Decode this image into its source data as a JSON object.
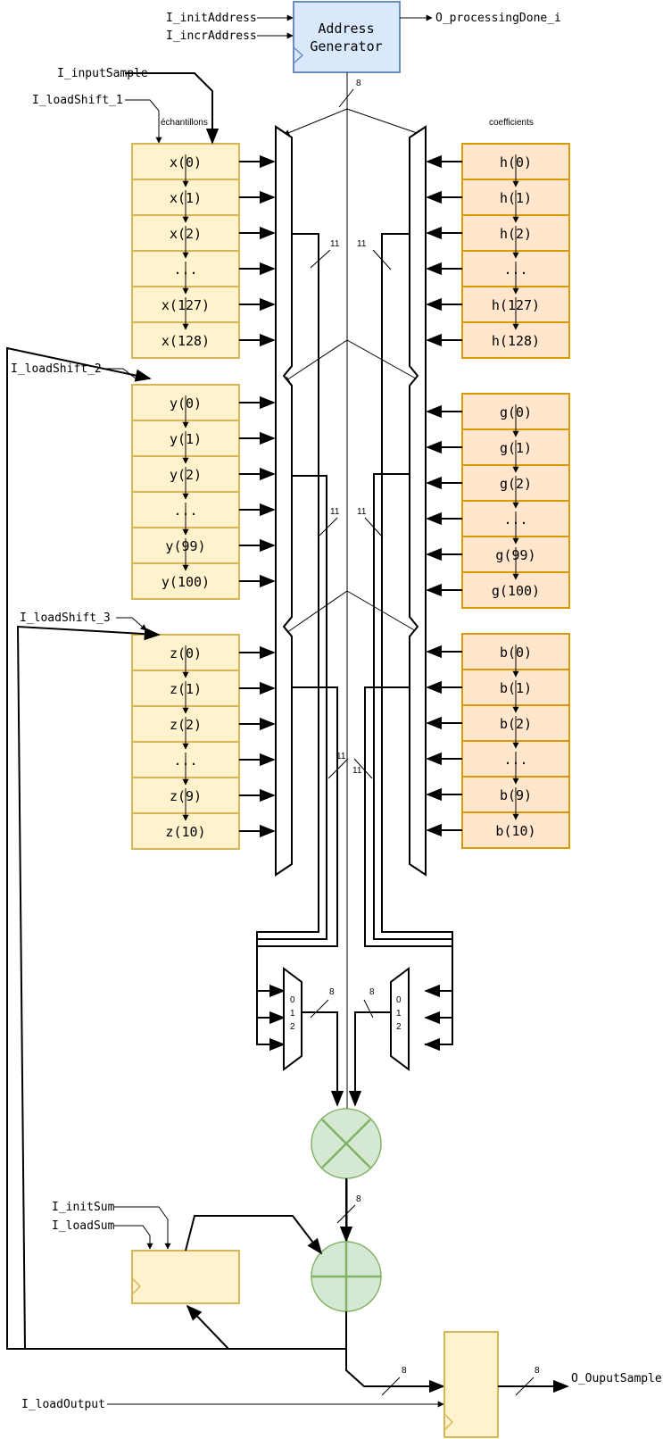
{
  "address_generator": {
    "title_line1": "Address",
    "title_line2": "Generator",
    "inputs": [
      "I_initAddress",
      "I_incrAddress"
    ],
    "output": "O_processingDone_i",
    "bus_width": "8"
  },
  "inputs": {
    "input_sample": "I_inputSample",
    "load_shift_1": "I_loadShift_1",
    "load_shift_2": "I_loadShift_2",
    "load_shift_3": "I_loadShift_3",
    "init_sum": "I_initSum",
    "load_sum": "I_loadSum",
    "load_output": "I_loadOutput"
  },
  "outputs": {
    "output_sample": "O_OuputSample"
  },
  "headers": {
    "samples": "échantillons",
    "coefficients": "coefficients"
  },
  "registers": {
    "x": [
      "x(0)",
      "x(1)",
      "x(2)",
      "...",
      "x(127)",
      "x(128)"
    ],
    "y": [
      "y(0)",
      "y(1)",
      "y(2)",
      "...",
      "y(99)",
      "y(100)"
    ],
    "z": [
      "z(0)",
      "z(1)",
      "z(2)",
      "...",
      "z(9)",
      "z(10)"
    ],
    "h": [
      "h(0)",
      "h(1)",
      "h(2)",
      "...",
      "h(127)",
      "h(128)"
    ],
    "g": [
      "g(0)",
      "g(1)",
      "g(2)",
      "...",
      "g(99)",
      "g(100)"
    ],
    "b": [
      "b(0)",
      "b(1)",
      "b(2)",
      "...",
      "b(9)",
      "b(10)"
    ]
  },
  "bus_widths": {
    "mux_select_1_left": "11",
    "mux_select_1_right": "11",
    "mux_select_2_left": "11",
    "mux_select_2_right": "11",
    "mux_select_3_left": "11",
    "mux_select_3_right": "11",
    "final_mux_left": "8",
    "final_mux_right": "8",
    "product": "8",
    "to_output": "8",
    "output": "8"
  },
  "final_mux_labels": [
    "0",
    "1",
    "2"
  ],
  "colors": {
    "sample_fill": "#fff2cc",
    "sample_stroke": "#d6b656",
    "coef_fill": "#ffe6cc",
    "coef_stroke": "#d79b00",
    "addr_fill": "#dae8fc",
    "addr_stroke": "#6c8ebf",
    "op_fill": "#d5e8d4",
    "op_stroke": "#82b366"
  },
  "icons": {
    "multiplier": "multiplier-circle-icon",
    "adder": "adder-circle-icon"
  }
}
